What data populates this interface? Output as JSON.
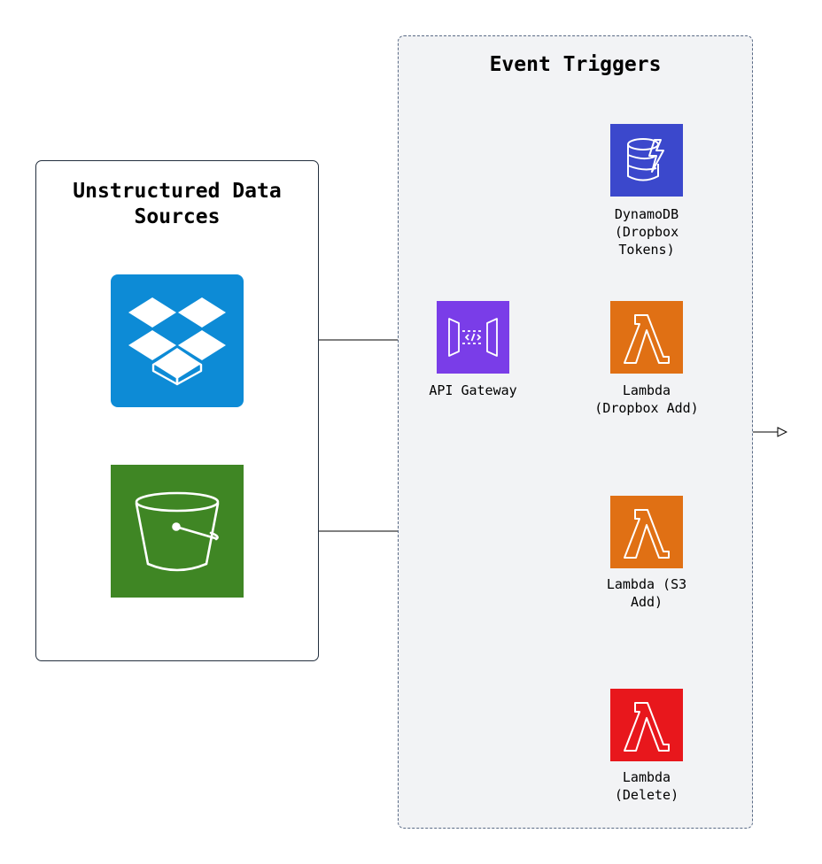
{
  "groups": {
    "sources": {
      "title": "Unstructured Data\nSources"
    },
    "triggers": {
      "title": "Event Triggers"
    }
  },
  "nodes": {
    "dropbox": {
      "icon": "dropbox-icon",
      "color": "#0d8bd6"
    },
    "s3": {
      "icon": "s3-bucket-icon",
      "color": "#3f8624"
    },
    "api_gateway": {
      "icon": "api-gateway-icon",
      "color": "#7a3de8",
      "label": "API Gateway"
    },
    "dynamodb": {
      "icon": "dynamodb-icon",
      "color": "#3b48cc",
      "label": "DynamoDB\n(Dropbox\nTokens)"
    },
    "lambda_dropbox_add": {
      "icon": "lambda-icon",
      "color": "#e07014",
      "label": "Lambda\n(Dropbox Add)"
    },
    "lambda_s3_add": {
      "icon": "lambda-icon",
      "color": "#e07014",
      "label": "Lambda (S3\nAdd)"
    },
    "lambda_delete": {
      "icon": "lambda-icon",
      "color": "#e8171c",
      "label": "Lambda\n(Delete)"
    }
  }
}
